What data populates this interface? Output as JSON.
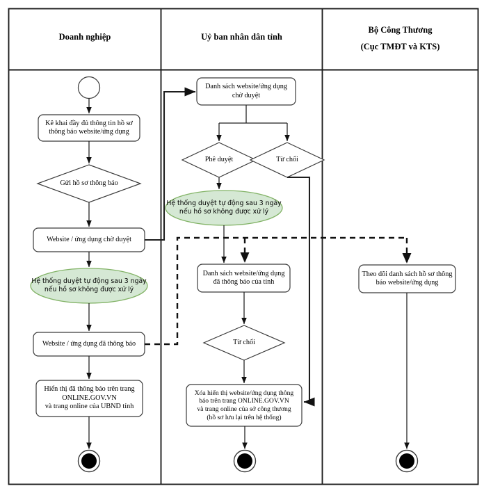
{
  "diagram": {
    "type": "swimlane-flowchart",
    "title_present": false,
    "colors": {
      "stroke": "#000000",
      "node_border": "#3b3b3b",
      "green_fill": "#d5e8d4",
      "green_border": "#82b366",
      "background": "#ffffff"
    }
  },
  "lanes": [
    {
      "id": "lane-doanh-nghiep",
      "title": "Doanh nghiệp",
      "subtitle": ""
    },
    {
      "id": "lane-ubnd",
      "title": "Uỷ ban nhân dân tỉnh",
      "subtitle": ""
    },
    {
      "id": "lane-bct",
      "title": "Bộ Công Thương",
      "subtitle": "(Cục TMĐT và KTS)"
    }
  ],
  "nodes": {
    "start_left": {
      "shape": "start-circle",
      "label": ""
    },
    "ke_khai": {
      "shape": "rounded-rect",
      "label": "Kê khai đầy đủ thông tin hồ sơ\nthông báo website/ứng dụng"
    },
    "gui_ho_so": {
      "shape": "diamond",
      "label": "Gửi hồ sơ thông báo"
    },
    "website_cho_duyet": {
      "shape": "rounded-rect",
      "label": "Website / ứng dụng chờ duyệt"
    },
    "auto_duyet_left": {
      "shape": "ellipse-green",
      "label": "Hệ thống duyệt tự động sau 3 ngày\nnếu hồ sơ không được xử lý"
    },
    "website_da_thong_bao": {
      "shape": "rounded-rect",
      "label": "Website / ứng dụng đã thông báo"
    },
    "hien_thi": {
      "shape": "rounded-rect",
      "label": "Hiển thị đã thông báo trên trang\nONLINE.GOV.VN\nvà trang online của UBND tỉnh"
    },
    "end_left": {
      "shape": "end-circle",
      "label": ""
    },
    "danh_sach_cho_duyet": {
      "shape": "rounded-rect",
      "label": "Danh sách website/ứng dụng\nchờ duyệt"
    },
    "phe_duyet": {
      "shape": "diamond",
      "label": "Phê duyệt"
    },
    "tu_choi_top": {
      "shape": "diamond",
      "label": "Từ chối"
    },
    "auto_duyet_mid": {
      "shape": "ellipse-green",
      "label": "Hệ thống duyệt tự động sau 3 ngày\nnếu hồ sơ không được xử lý"
    },
    "danh_sach_da_thong_bao": {
      "shape": "rounded-rect",
      "label": "Danh sách website/ứng dụng\nđã thông báo của tỉnh"
    },
    "tu_choi_bottom": {
      "shape": "diamond",
      "label": "Từ chối"
    },
    "xoa_hien_thi": {
      "shape": "rounded-rect",
      "label": "Xóa hiển thị website/ứng dụng thông\nbáo trên trang ONLINE.GOV.VN\nvà trang online của sở công thương\n(hồ sơ lưu lại trên hệ thống)"
    },
    "end_mid": {
      "shape": "end-circle",
      "label": ""
    },
    "theo_doi": {
      "shape": "rounded-rect",
      "label": "Theo dõi danh sách hồ sơ thông\nbáo website/ứng dụng"
    },
    "end_right": {
      "shape": "end-circle",
      "label": ""
    }
  },
  "edges": [
    {
      "from": "start_left",
      "to": "ke_khai",
      "style": "solid"
    },
    {
      "from": "ke_khai",
      "to": "gui_ho_so",
      "style": "solid"
    },
    {
      "from": "gui_ho_so",
      "to": "website_cho_duyet",
      "style": "solid"
    },
    {
      "from": "website_cho_duyet",
      "to": "danh_sach_cho_duyet",
      "style": "solid"
    },
    {
      "from": "website_cho_duyet",
      "to": "auto_duyet_left",
      "style": "solid"
    },
    {
      "from": "auto_duyet_left",
      "to": "website_da_thong_bao",
      "style": "solid"
    },
    {
      "from": "website_da_thong_bao",
      "to": "hien_thi",
      "style": "solid"
    },
    {
      "from": "hien_thi",
      "to": "end_left",
      "style": "solid"
    },
    {
      "from": "danh_sach_cho_duyet",
      "to": "phe_duyet",
      "style": "solid"
    },
    {
      "from": "danh_sach_cho_duyet",
      "to": "tu_choi_top",
      "style": "solid"
    },
    {
      "from": "phe_duyet",
      "to": "auto_duyet_mid",
      "style": "solid"
    },
    {
      "from": "auto_duyet_mid",
      "to": "danh_sach_da_thong_bao",
      "style": "solid"
    },
    {
      "from": "tu_choi_top",
      "to": "xoa_hien_thi",
      "style": "solid"
    },
    {
      "from": "website_da_thong_bao",
      "to": "danh_sach_da_thong_bao",
      "style": "dashed"
    },
    {
      "from": "website_da_thong_bao",
      "to": "theo_doi",
      "style": "dashed"
    },
    {
      "from": "danh_sach_da_thong_bao",
      "to": "tu_choi_bottom",
      "style": "solid"
    },
    {
      "from": "tu_choi_bottom",
      "to": "xoa_hien_thi",
      "style": "solid"
    },
    {
      "from": "xoa_hien_thi",
      "to": "end_mid",
      "style": "solid"
    },
    {
      "from": "theo_doi",
      "to": "end_right",
      "style": "solid"
    }
  ]
}
